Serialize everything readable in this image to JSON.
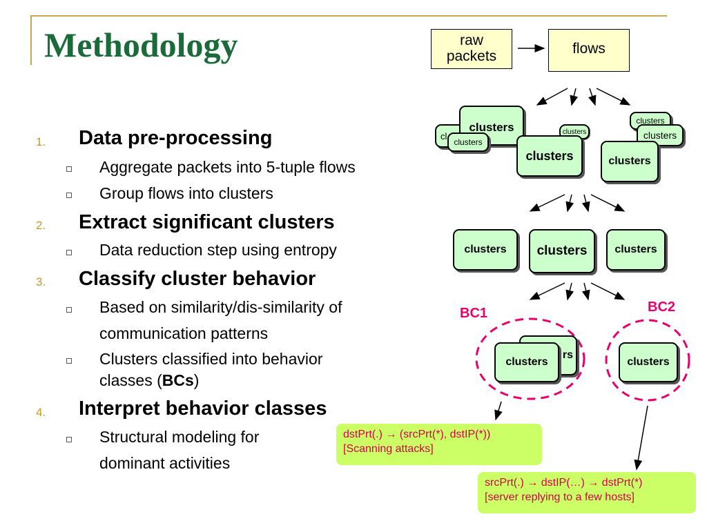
{
  "slide": {
    "title": "Methodology",
    "outline": [
      {
        "num": "1.",
        "heading": "Data pre-processing",
        "subs": [
          "Aggregate packets into 5-tuple flows",
          "Group flows into clusters"
        ]
      },
      {
        "num": "2.",
        "heading": "Extract significant clusters",
        "subs": [
          "Data reduction step using entropy"
        ]
      },
      {
        "num": "3.",
        "heading": "Classify cluster behavior",
        "subs": [
          "Based on similarity/dis-similarity of",
          "communication patterns",
          "Clusters classified into behavior",
          "classes ("
        ]
      },
      {
        "num": "4.",
        "heading": "Interpret behavior classes",
        "subs": [
          "Structural modeling for",
          "dominant activities"
        ]
      }
    ],
    "bcs_bold": "BCs",
    "bcs_close": ")"
  },
  "diagram": {
    "raw_packets_line1": "raw",
    "raw_packets_line2": "packets",
    "flows": "flows",
    "cluster_label": "clusters",
    "cluster_partial_cl": "cl",
    "cluster_partial_rs": "rs",
    "bc1": "BC1",
    "bc2": "BC2",
    "note1_line1": "dstPrt(.) → (srcPrt(*), dstIP(*))",
    "note1_line2": "[Scanning attacks]",
    "note2_line1": "srcPrt(.) → dstIP(…) → dstPrt(*)",
    "note2_line2": "[server replying to a few hosts]",
    "colors": {
      "cluster_fill": "#ccffcc",
      "doc_fill": "#ffffcc",
      "accent": "#e8006b",
      "note_fill": "#ccff66",
      "title": "#1b6b3a"
    }
  }
}
